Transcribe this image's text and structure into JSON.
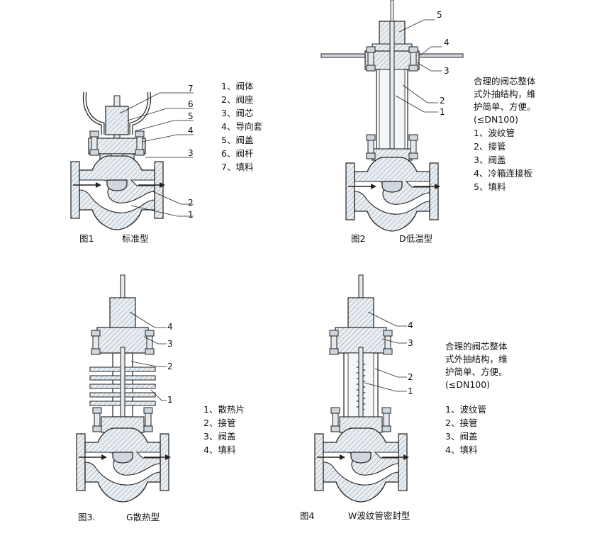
{
  "fig1": {
    "caption_no": "图1",
    "caption_name": "标准型",
    "callouts": [
      "7",
      "6",
      "5",
      "4",
      "3",
      "2",
      "1"
    ],
    "parts": [
      "1、阀体",
      "2、阀座",
      "3、阀芯",
      "4、导向套",
      "5、阀盖",
      "6、阀杆",
      "7、填料"
    ]
  },
  "fig2": {
    "caption_no": "图2",
    "caption_name": "D低温型",
    "callouts": [
      "5",
      "4",
      "3",
      "2",
      "1"
    ],
    "note": [
      "合理的阀芯整体",
      "式外抽结构，维",
      "护简单、方便。",
      "(≤DN100)"
    ],
    "parts": [
      "1、波纹管",
      "2、接管",
      "3、阀盖",
      "4、冷箱连接板",
      "5、填料"
    ]
  },
  "fig3": {
    "caption_no": "图3.",
    "caption_name": "G散热型",
    "callouts": [
      "4",
      "3",
      "2",
      "1"
    ],
    "parts": [
      "1、散热片",
      "2、接管",
      "3、阀盖",
      "4、填料"
    ]
  },
  "fig4": {
    "caption_no": "图4",
    "caption_name": "W波纹管密封型",
    "callouts": [
      "4",
      "3",
      "2",
      "1"
    ],
    "note": [
      "合理的阀芯整体",
      "式外抽结构，维",
      "护简单、方便。",
      "(≤DN100)"
    ],
    "parts": [
      "1、波纹管",
      "2、接管",
      "3、阀盖",
      "4、填料"
    ]
  }
}
